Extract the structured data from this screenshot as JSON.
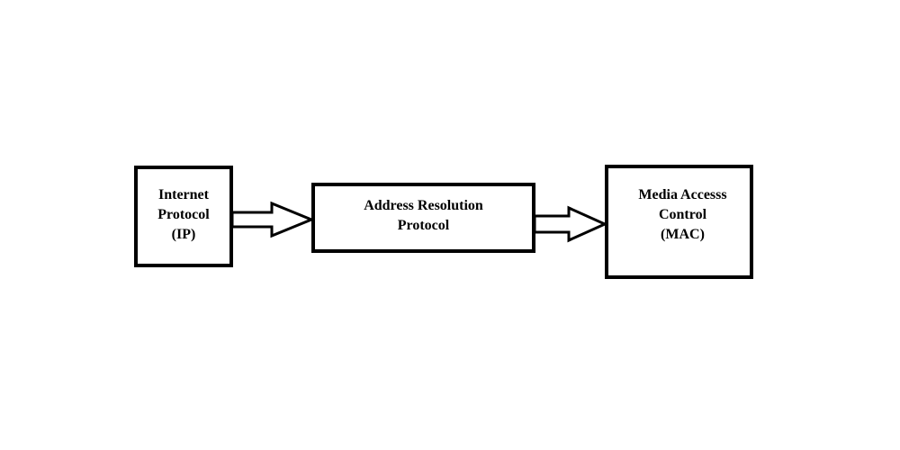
{
  "diagram": {
    "nodes": [
      {
        "id": "ip",
        "lines": [
          "Internet",
          "Protocol",
          "(IP)"
        ]
      },
      {
        "id": "arp",
        "lines": [
          "Address Resolution",
          "Protocol"
        ]
      },
      {
        "id": "mac",
        "lines": [
          "Media Accesss",
          "Control",
          "(MAC)"
        ]
      }
    ],
    "edges": [
      {
        "from": "ip",
        "to": "arp"
      },
      {
        "from": "arp",
        "to": "mac"
      }
    ],
    "colors": {
      "stroke": "#000000",
      "fill": "#ffffff",
      "background": "#ffffff"
    }
  }
}
